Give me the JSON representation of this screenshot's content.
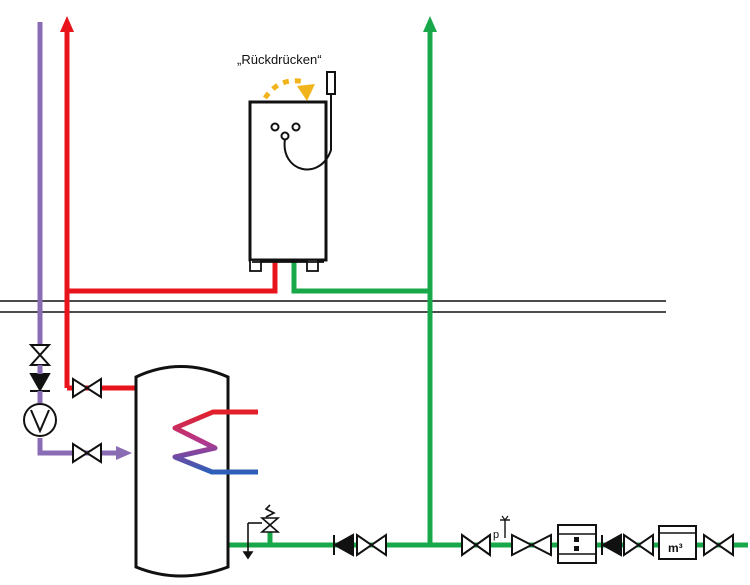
{
  "colors": {
    "hot": "#e8141c",
    "cold": "#18a84a",
    "circulation": "#8a6cb5",
    "coil_top": "#e31f2a",
    "coil_mid": "#b2388f",
    "coil_bottom": "#2c5fb8",
    "motion_arrow": "#f2b41c",
    "stroke": "#111111",
    "background": "#ffffff"
  },
  "labels": {
    "push_back": "„Rückdrücken“",
    "pressure_marker": "p",
    "meter_unit": "m³"
  },
  "icons": {
    "valves": "bowtie-valve-icon",
    "check_valve": "check-valve-icon",
    "pump": "pump-icon",
    "safety_valve": "safety-valve-icon",
    "filter": "filter-icon",
    "water_meter": "water-meter-icon",
    "shower": "hand-shower-icon"
  }
}
